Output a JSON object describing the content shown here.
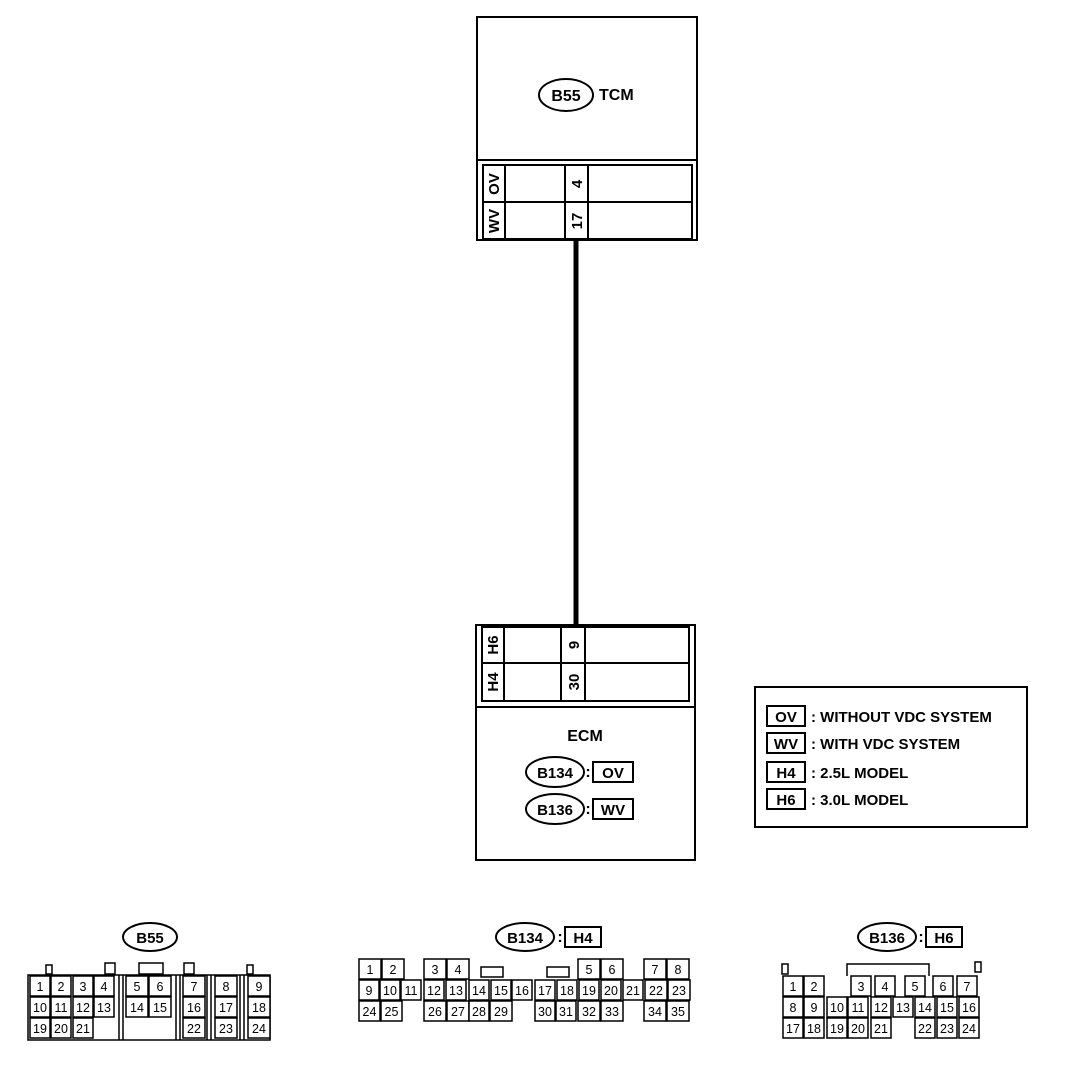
{
  "tcm": {
    "connector": "B55",
    "name": "TCM",
    "rows": [
      {
        "variant": "OV",
        "pin": "4"
      },
      {
        "variant": "WV",
        "pin": "17"
      }
    ]
  },
  "ecm": {
    "name": "ECM",
    "rows": [
      {
        "variant": "H6",
        "pin": "9"
      },
      {
        "variant": "H4",
        "pin": "30"
      }
    ],
    "connectors": [
      {
        "connector": "B134",
        "variant": "OV"
      },
      {
        "connector": "B136",
        "variant": "WV"
      }
    ]
  },
  "legend": [
    {
      "code": "OV",
      "text": ": WITHOUT VDC SYSTEM"
    },
    {
      "code": "WV",
      "text": ": WITH VDC SYSTEM"
    },
    {
      "code": "H4",
      "text": ": 2.5L MODEL"
    },
    {
      "code": "H6",
      "text": ": 3.0L MODEL"
    }
  ],
  "connector_views": [
    {
      "connector": "B55",
      "variant": "",
      "rows": [
        [
          "1",
          "2",
          "3",
          "4",
          "5",
          "6",
          "7",
          "8",
          "9"
        ],
        [
          "10",
          "11",
          "12",
          "13",
          "14",
          "15",
          "16",
          "17",
          "18"
        ],
        [
          "19",
          "20",
          "21",
          "22",
          "23",
          "24"
        ]
      ]
    },
    {
      "connector": "B134",
      "variant": "H4",
      "rows": [
        [
          "1",
          "2",
          "3",
          "4",
          "5",
          "6",
          "7",
          "8"
        ],
        [
          "9",
          "10",
          "11",
          "12",
          "13",
          "14",
          "15",
          "16",
          "17",
          "18",
          "19",
          "20",
          "21",
          "22",
          "23"
        ],
        [
          "24",
          "25",
          "26",
          "27",
          "28",
          "29",
          "30",
          "31",
          "32",
          "33",
          "34",
          "35"
        ]
      ]
    },
    {
      "connector": "B136",
      "variant": "H6",
      "rows": [
        [
          "1",
          "2",
          "3",
          "4",
          "5",
          "6",
          "7"
        ],
        [
          "8",
          "9",
          "10",
          "11",
          "12",
          "13",
          "14",
          "15",
          "16"
        ],
        [
          "17",
          "18",
          "19",
          "20",
          "21",
          "22",
          "23",
          "24"
        ]
      ]
    }
  ]
}
